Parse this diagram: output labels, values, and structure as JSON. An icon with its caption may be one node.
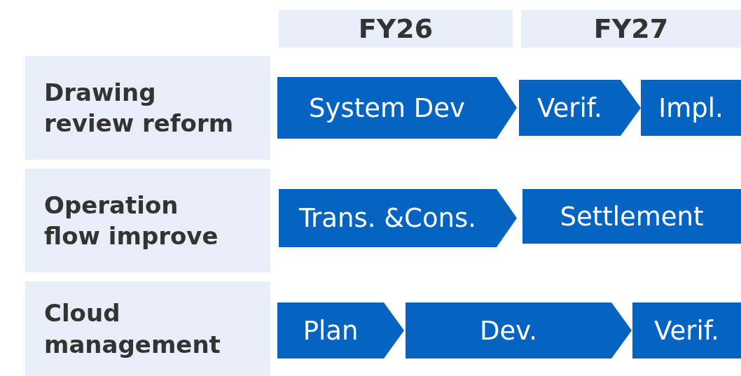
{
  "diagram": {
    "nodes": [
      {
        "text": [
          "FY26"
        ]
      },
      {
        "text": [
          "FY27"
        ]
      },
      {
        "text": [
          "Drawing review reform"
        ]
      },
      {
        "text": [
          "System Dev"
        ]
      },
      {
        "text": [
          "Verif."
        ]
      },
      {
        "text": [
          "Impl."
        ]
      },
      {
        "text": [
          "Operation flow improve"
        ]
      },
      {
        "text": [
          "Trans. &Cons."
        ]
      },
      {
        "text": [
          "Settlement"
        ]
      },
      {
        "text": [
          "Cloud management"
        ]
      },
      {
        "text": [
          "Plan"
        ]
      },
      {
        "text": [
          "Dev."
        ]
      },
      {
        "text": [
          "Verif."
        ]
      }
    ]
  }
}
